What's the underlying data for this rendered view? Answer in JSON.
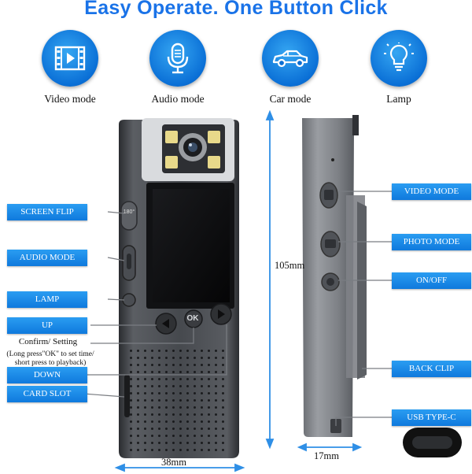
{
  "headline": "Easy Operate. One Button Click",
  "modes": [
    {
      "label": "Video mode",
      "icon": "video-icon"
    },
    {
      "label": "Audio mode",
      "icon": "microphone-icon"
    },
    {
      "label": "Car mode",
      "icon": "car-icon"
    },
    {
      "label": "Lamp",
      "icon": "lamp-icon"
    }
  ],
  "left_callouts": {
    "screen_flip": "SCREEN FLIP",
    "audio_mode": "AUDIO MODE",
    "lamp": "LAMP",
    "up": "UP",
    "confirm": "Confirm/ Setting",
    "confirm_note_line1": "(Long press\"OK\" to set time/",
    "confirm_note_line2": "short press to playback)",
    "down": "DOWN",
    "card_slot": "CARD SLOT"
  },
  "right_callouts": {
    "video_mode": "VIDEO MODE",
    "photo_mode": "PHOTO MODE",
    "on_off": "ON/OFF",
    "back_clip": "BACK CLIP",
    "usb": "USB TYPE-C"
  },
  "device": {
    "ok_label": "OK",
    "flip_label": "180°",
    "height_dim": "105mm",
    "width_dim": "38mm",
    "depth_dim": "17mm"
  },
  "colors": {
    "accent": "#1a73e8",
    "callout": "#1585e6",
    "body": "#4a4d52"
  }
}
